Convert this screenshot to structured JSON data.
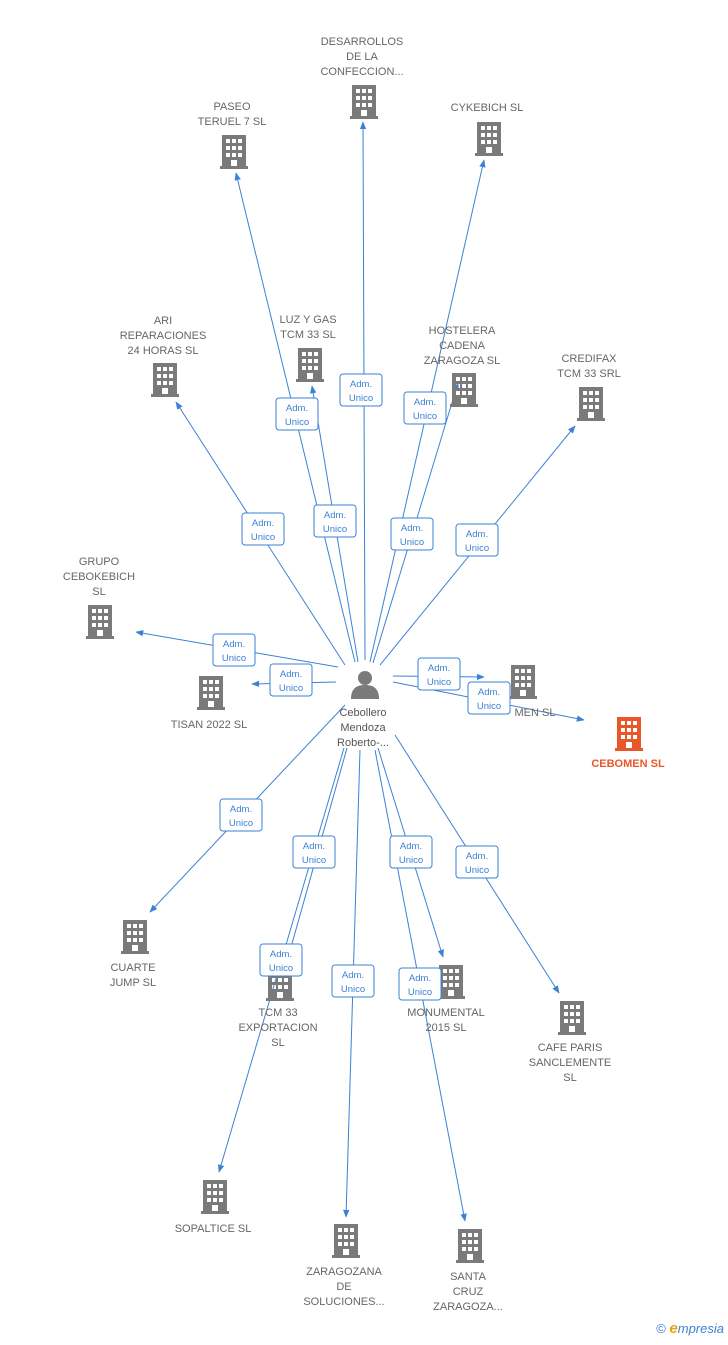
{
  "colors": {
    "edge": "#3b82d6",
    "node": "#7a7a7a",
    "highlight": "#e8572a",
    "label": "#666666"
  },
  "center": {
    "lines": [
      "Cebollero",
      "Mendoza",
      "Roberto-..."
    ],
    "icon": "person-icon"
  },
  "companies": [
    {
      "id": "desarrollos",
      "lines": [
        "DESARROLLOS",
        "DE LA",
        "CONFECCION..."
      ]
    },
    {
      "id": "paseo",
      "lines": [
        "PASEO",
        "TERUEL 7  SL"
      ]
    },
    {
      "id": "cykebich",
      "lines": [
        "CYKEBICH  SL"
      ]
    },
    {
      "id": "ari",
      "lines": [
        "ARI",
        "REPARACIONES",
        "24 HORAS  SL"
      ]
    },
    {
      "id": "luzgas",
      "lines": [
        "LUZ Y GAS",
        "TCM 33  SL"
      ]
    },
    {
      "id": "hostelera",
      "lines": [
        "HOSTELERA",
        "CADENA",
        "ZARAGOZA SL"
      ]
    },
    {
      "id": "credifax",
      "lines": [
        "CREDIFAX",
        "TCM 33 SRL"
      ]
    },
    {
      "id": "grupo",
      "lines": [
        "GRUPO",
        "CEBOKEBICH",
        "SL"
      ]
    },
    {
      "id": "tisan",
      "lines": [
        "TISAN 2022  SL"
      ]
    },
    {
      "id": "cebomen_partial",
      "lines": [
        "MEN  SL"
      ]
    },
    {
      "id": "cebomen",
      "lines": [
        "CEBOMEN  SL"
      ],
      "highlight": true
    },
    {
      "id": "cuarte",
      "lines": [
        "CUARTE",
        "JUMP  SL"
      ]
    },
    {
      "id": "tcm33exp",
      "lines": [
        "TCM 33",
        "EXPORTACION",
        "SL"
      ]
    },
    {
      "id": "monumental",
      "lines": [
        "MONUMENTAL",
        "2015  SL"
      ]
    },
    {
      "id": "cafeparis",
      "lines": [
        "CAFE PARIS",
        "SANCLEMENTE",
        "SL"
      ]
    },
    {
      "id": "sopaltice",
      "lines": [
        "SOPALTICE  SL"
      ]
    },
    {
      "id": "zaragozana",
      "lines": [
        "ZARAGOZANA",
        "DE",
        "SOLUCIONES..."
      ]
    },
    {
      "id": "santacruz",
      "lines": [
        "SANTA",
        "CRUZ",
        "ZARAGOZA..."
      ]
    }
  ],
  "relation": {
    "line1": "Adm.",
    "line2": "Unico"
  },
  "edges": [
    {
      "to": "desarrollos"
    },
    {
      "to": "paseo"
    },
    {
      "to": "cykebich"
    },
    {
      "to": "ari"
    },
    {
      "to": "luzgas"
    },
    {
      "to": "hostelera"
    },
    {
      "to": "credifax"
    },
    {
      "to": "grupo"
    },
    {
      "to": "tisan"
    },
    {
      "to": "cebomen_partial"
    },
    {
      "to": "cebomen"
    },
    {
      "to": "cuarte"
    },
    {
      "to": "tcm33exp"
    },
    {
      "to": "monumental"
    },
    {
      "to": "cafeparis"
    },
    {
      "to": "sopaltice"
    },
    {
      "to": "zaragozana"
    },
    {
      "to": "santacruz"
    }
  ],
  "watermark": {
    "symbol": "©",
    "brand_initial": "e",
    "brand_rest": "mpresia"
  }
}
